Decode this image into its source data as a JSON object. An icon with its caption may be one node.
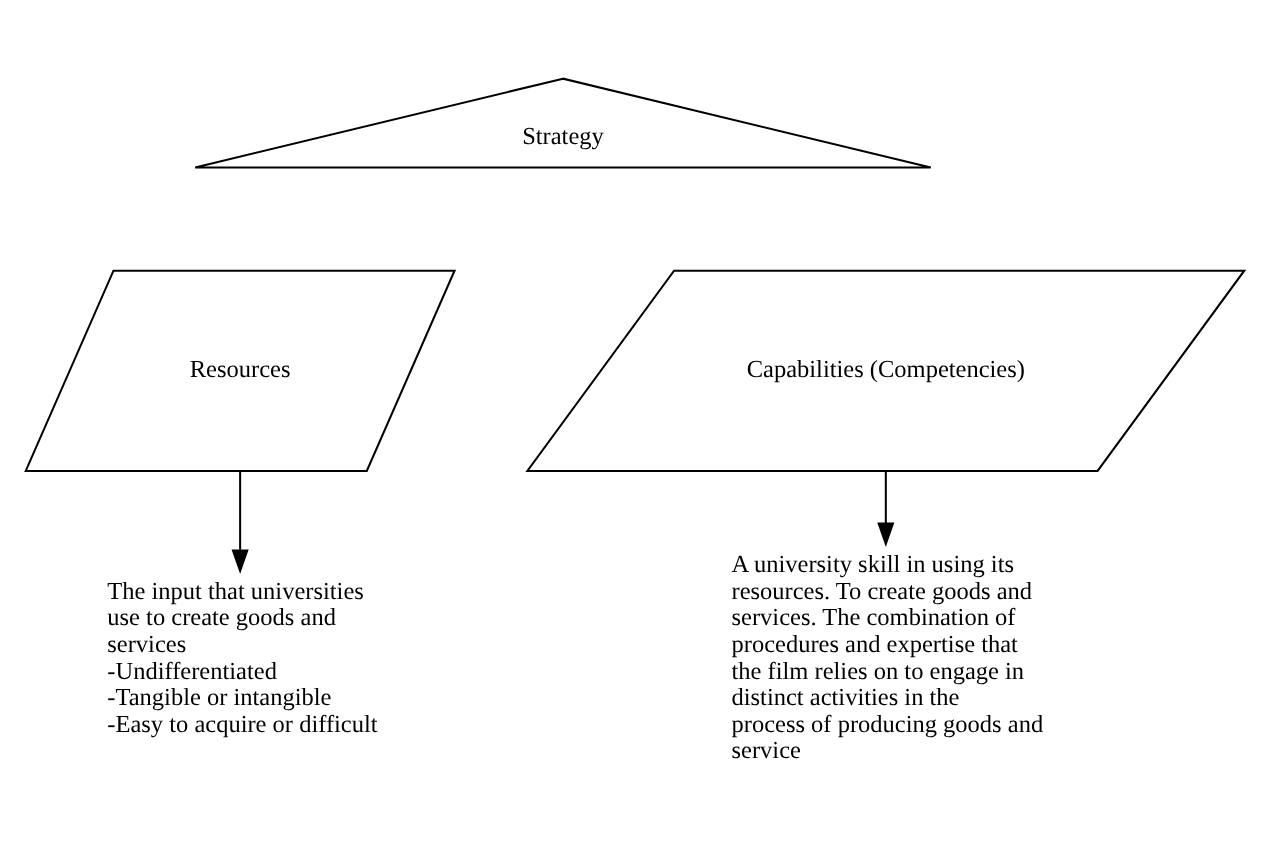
{
  "diagram": {
    "nodes": [
      {
        "text": [
          "Strategy"
        ]
      },
      {
        "text": [
          "Resources"
        ]
      },
      {
        "text": [
          "Capabilities (Competencies)"
        ]
      },
      {
        "text": [
          "The input that universities use to create goods and services",
          "-Undifferentiated",
          "-Tangible or intangible",
          "-Easy to acquire or difficult"
        ]
      },
      {
        "text": [
          "A university skill in using its resources. To create goods and services. The combination of procedures and expertise that the film relies on to engage in distinct activities in the process of producing goods and service"
        ]
      }
    ],
    "edges": [
      {
        "from": 1,
        "to": 3,
        "arrow": "to"
      },
      {
        "from": 2,
        "to": 4,
        "arrow": "to"
      }
    ]
  }
}
